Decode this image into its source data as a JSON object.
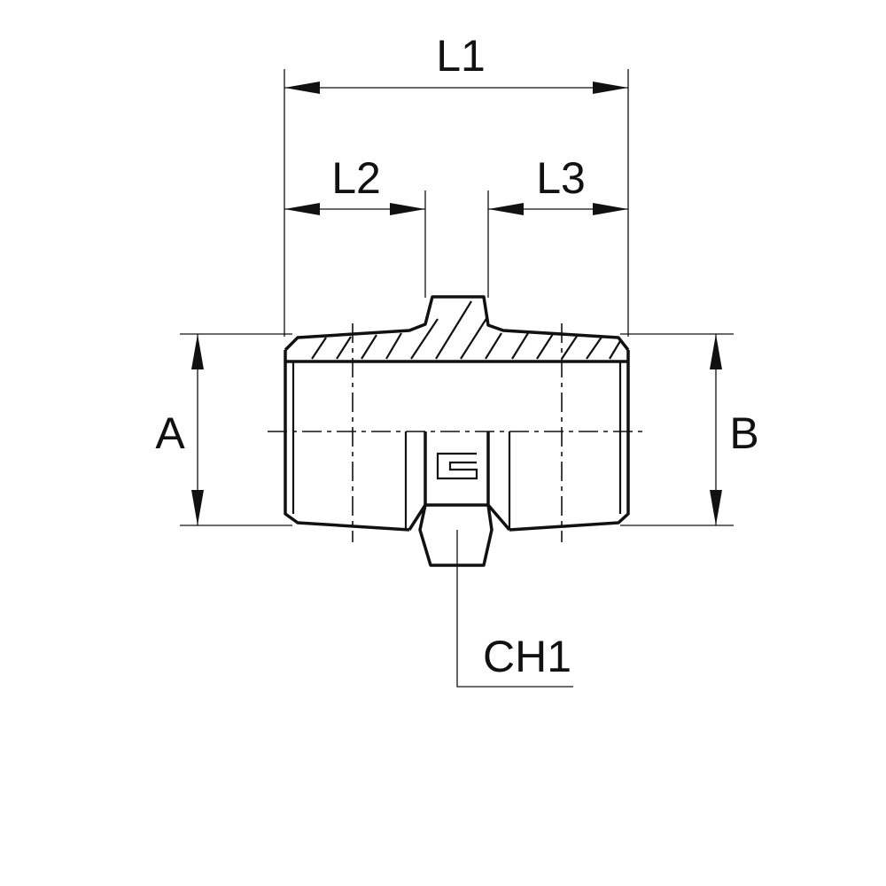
{
  "dimensions": {
    "L1": "L1",
    "L2": "L2",
    "L3": "L3",
    "A": "A",
    "B": "B",
    "CH1": "CH1"
  }
}
